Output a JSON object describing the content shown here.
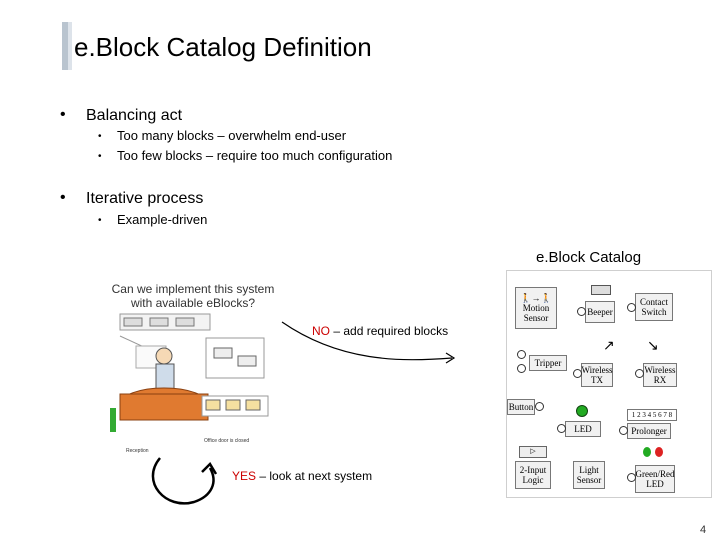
{
  "slide": {
    "title": "e.Block Catalog Definition",
    "page_number": "4"
  },
  "bullets": [
    {
      "text": "Balancing act",
      "sub": [
        "Too many blocks – overwhelm end-user",
        "Too few blocks – require too much configuration"
      ]
    },
    {
      "text": "Iterative process",
      "sub": [
        "Example-driven"
      ]
    }
  ],
  "bullet_glyph": "•",
  "catalog": {
    "title": "e.Block Catalog",
    "blocks": {
      "motion_sensor": "Motion Sensor",
      "beeper": "Beeper",
      "contact_switch": "Contact Switch",
      "tripper": "Tripper",
      "wireless_tx": "Wireless TX",
      "wireless_rx": "Wireless RX",
      "button": "Button",
      "led": "LED",
      "prolonger": "Prolonger",
      "prolonger_digits": "1 2 3 4 5 6 7 8",
      "two_input_logic": "2-Input Logic",
      "light_sensor": "Light Sensor",
      "green_red_led": "Green/Red LED"
    }
  },
  "diagram": {
    "question": "Can we implement this system with available eBlocks?",
    "no_keyword": "NO",
    "no_rest": " – add required blocks",
    "yes_keyword": "YES",
    "yes_rest": " – look at next system",
    "sketch_labels": [
      "Office door is closed",
      "Reception"
    ]
  },
  "colors": {
    "keyword": "#cc0000",
    "led_green": "#22aa22",
    "led_red": "#dd2222",
    "desk": "#e07a30"
  }
}
